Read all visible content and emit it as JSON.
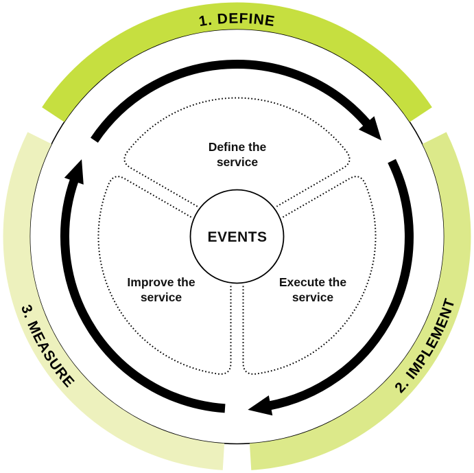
{
  "diagram": {
    "center": {
      "label": "EVENTS"
    },
    "ring_segments": [
      {
        "id": "define",
        "label": "1. DEFINE",
        "color": "#c6df40"
      },
      {
        "id": "implement",
        "label": "2. IMPLEMENT",
        "color": "#dce98a"
      },
      {
        "id": "measure",
        "label": "3. MEASURE",
        "color": "#edf1bd"
      }
    ],
    "inner_sectors": [
      {
        "id": "define-the-service",
        "line1": "Define the",
        "line2": "service"
      },
      {
        "id": "execute-the-service",
        "line1": "Execute the",
        "line2": "service"
      },
      {
        "id": "improve-the-service",
        "line1": "Improve the",
        "line2": "service"
      }
    ],
    "colors": {
      "arrow": "#000000",
      "outline": "#000000",
      "background": "#ffffff"
    }
  }
}
